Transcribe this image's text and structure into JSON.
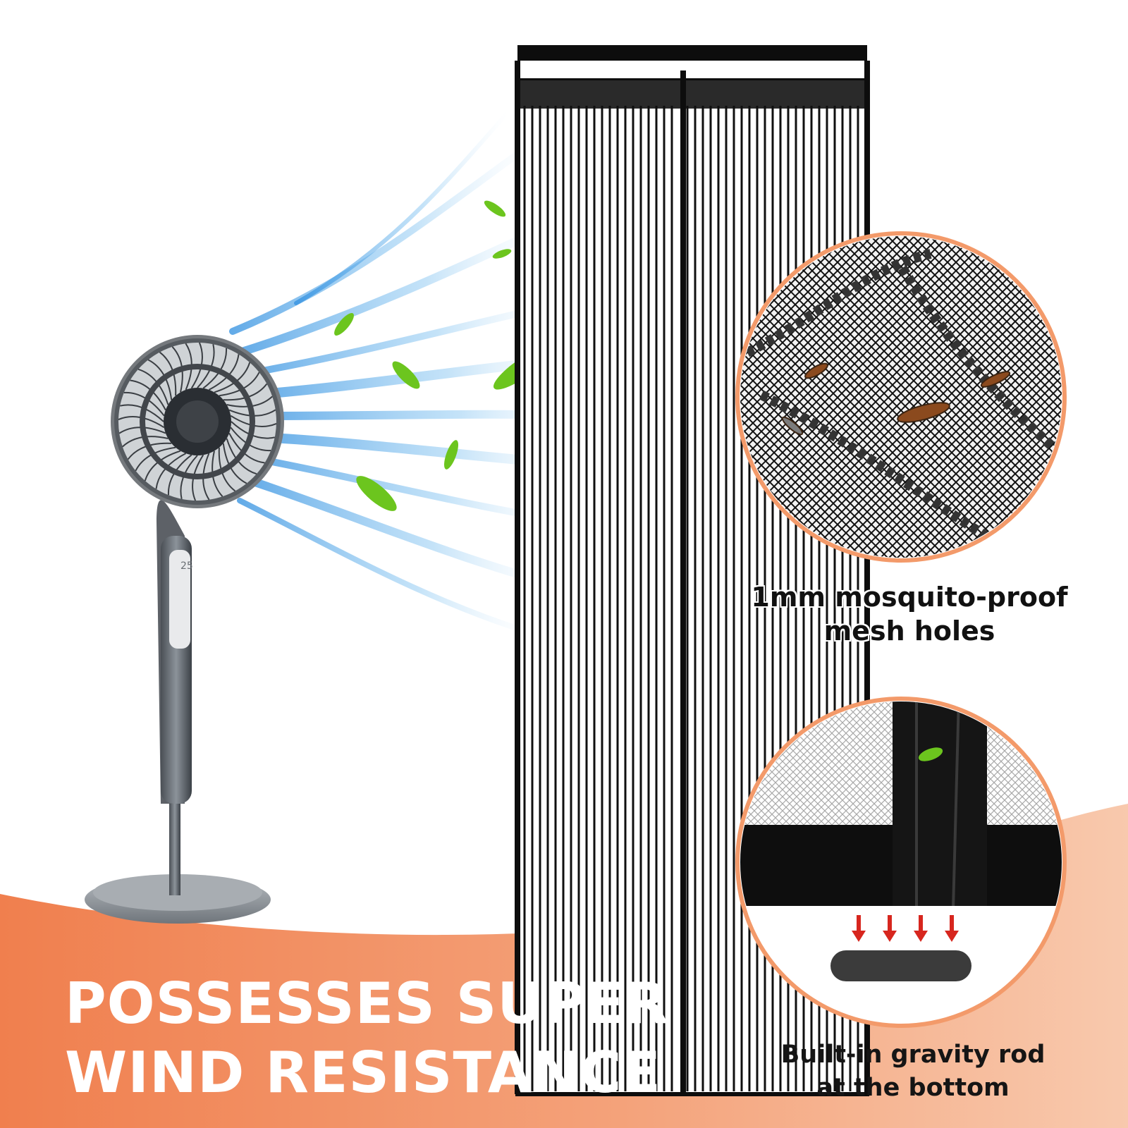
{
  "headline": {
    "line1": "POSSESSES SUPER",
    "line2": "WIND RESISTANCE"
  },
  "callouts": {
    "mesh": {
      "line1": "1mm mosquito-proof",
      "line2": "mesh holes",
      "icon": "mosquito-mesh-closeup"
    },
    "rod": {
      "line1": "Built-in gravity rod",
      "line2": "at the bottom",
      "icon": "gravity-rod-closeup"
    }
  },
  "fan_display": "25",
  "colors": {
    "accent_orange": "#f08a5a",
    "callout_border": "#f39a6a",
    "airflow_blue": "#4aa3e8",
    "leaf_green": "#6cc51e",
    "curtain_black": "#0d0d0d",
    "arrow_red": "#d7261e"
  }
}
